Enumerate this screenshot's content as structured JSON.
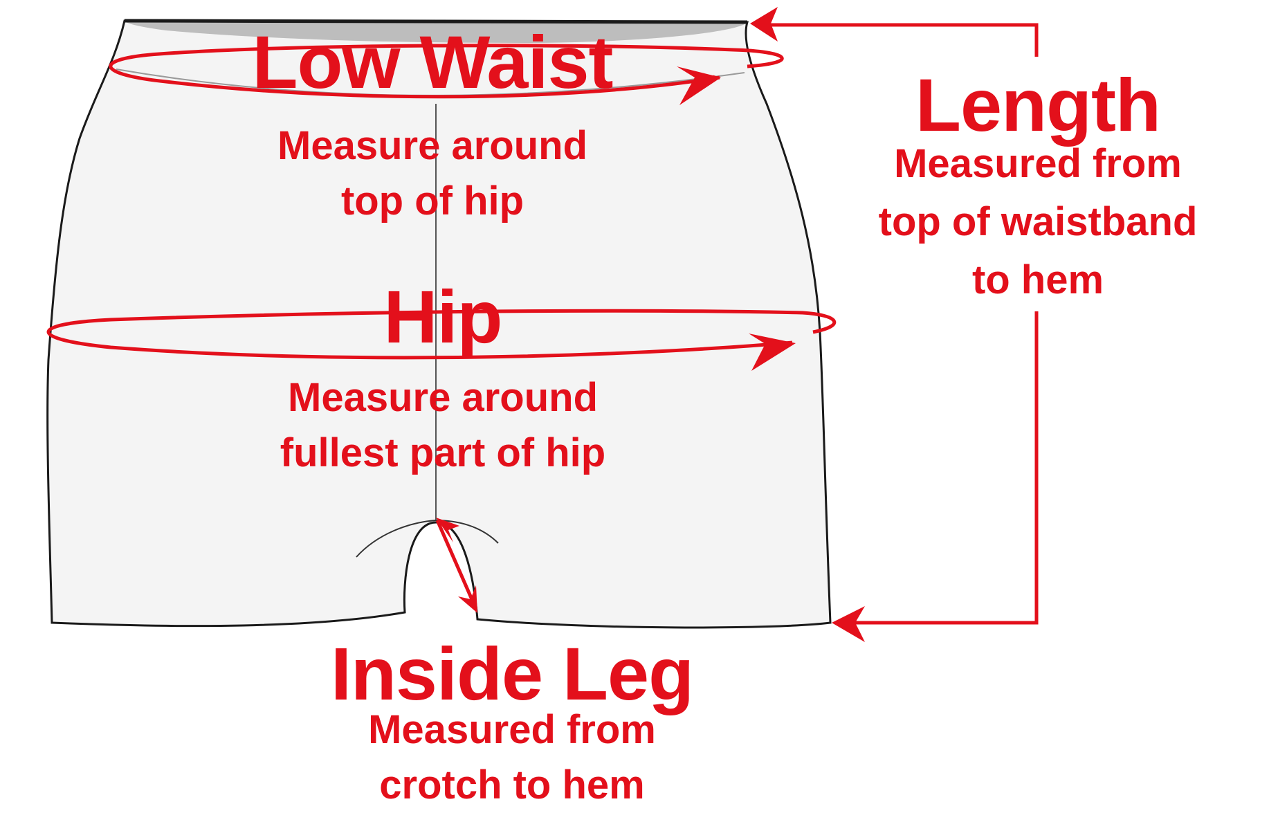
{
  "labels": {
    "low_waist": {
      "title": "Low Waist",
      "line1": "Measure around",
      "line2": "top of hip"
    },
    "hip": {
      "title": "Hip",
      "line1": "Measure around",
      "line2": "fullest part of hip"
    },
    "length": {
      "title": "Length",
      "line1": "Measured from",
      "line2": "top of waistband",
      "line3": "to hem"
    },
    "inside_leg": {
      "title": "Inside Leg",
      "line1": "Measured from",
      "line2": "crotch to hem"
    }
  },
  "colors": {
    "accent_red": "#e3101b",
    "garment_fill": "#f4f4f4",
    "outline": "#1a1a1a",
    "waistband_shadow": "#bdbdbd"
  }
}
